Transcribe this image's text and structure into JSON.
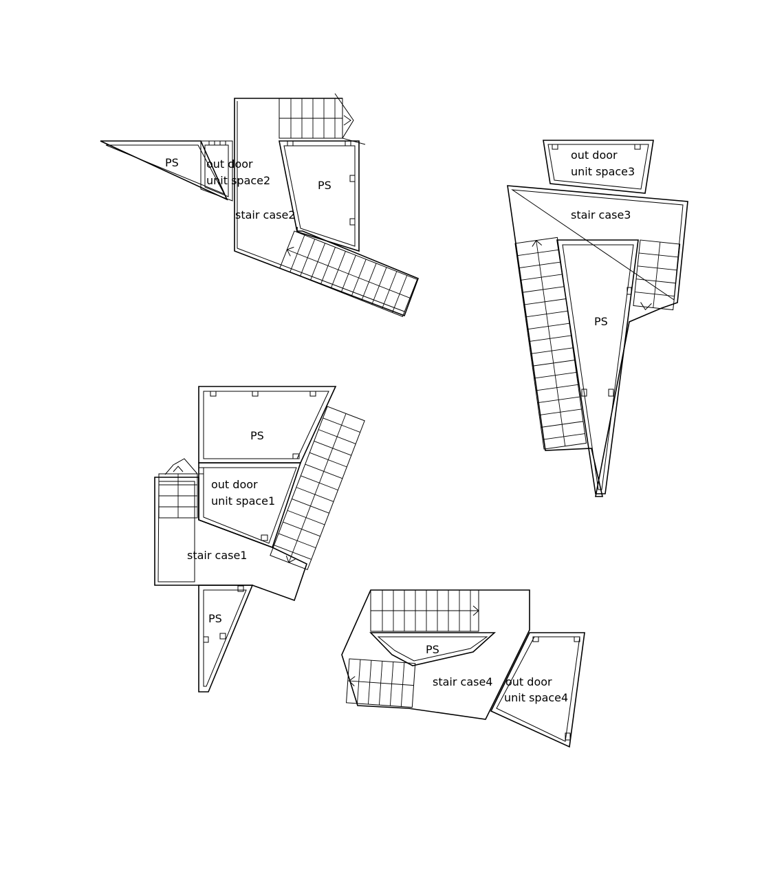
{
  "plan": {
    "block2": {
      "ps_a": "PS",
      "outdoor_1": "out door",
      "outdoor_2": "unit space2",
      "ps_b": "PS",
      "stair": "stair case2"
    },
    "block3": {
      "outdoor_1": "out door",
      "outdoor_2": "unit space3",
      "stair": "stair case3",
      "ps": "PS"
    },
    "block1": {
      "ps_a": "PS",
      "outdoor_1": "out door",
      "outdoor_2": "unit space1",
      "stair": "stair case1",
      "ps_b": "PS"
    },
    "block4": {
      "ps": "PS",
      "stair": "stair case4",
      "outdoor_1": "out door",
      "outdoor_2": "unit space4"
    }
  }
}
